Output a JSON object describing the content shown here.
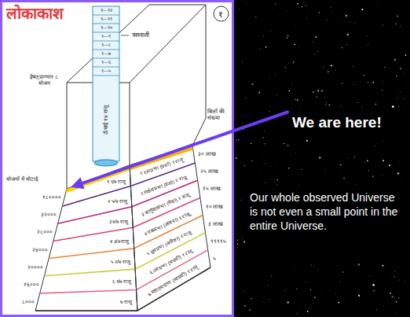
{
  "diagram": {
    "title": "लोकाकाश",
    "nodes": [
      {
        "text": [
          "१"
        ]
      }
    ],
    "labels": [
      "ईषत् प्राग्भार ८ योजन",
      "त्रसनाली",
      "ऊँचाई १४ राजू",
      "१—१२",
      "१—११",
      "१—१०",
      "१—९",
      "१—८",
      "१—७",
      "१—६",
      "१—५",
      "बिलों की संख्या",
      "३० लाख",
      "२५ लाख",
      "१५ लाख",
      "१० लाख",
      "३ लाख",
      "९९९९५",
      "५",
      "योजनों में मोटाई",
      "१८००००",
      "३२०००",
      "२८०००",
      "२४०००",
      "२००००",
      "१६०००",
      "८०००",
      "१ ६/७ राजू",
      "२ ५/७ राजू",
      "३ ४/७ राजू",
      "४ ३/७ राजू",
      "५ २/७ राजू",
      "६ १/७ राजू",
      "७ राजू",
      "१ रत्नप्रभा (घर्मा) १ राजू",
      "२ शर्कराप्रभा (वंशा) १ राजू",
      "३ बालुकाप्रभा (मेघा) १ राजू",
      "४ पंकप्रभा (अंजना) १ राजू",
      "५ धूमप्रभा (अरिष्टा) १ राजू",
      "६ तमःप्रभा (मघवी) १ राजू",
      "७ महातमःप्रभा (माघवी) १ राजू",
      "We are here!",
      "Our whole observed Universe is not even a small point in the entire Universe."
    ]
  }
}
